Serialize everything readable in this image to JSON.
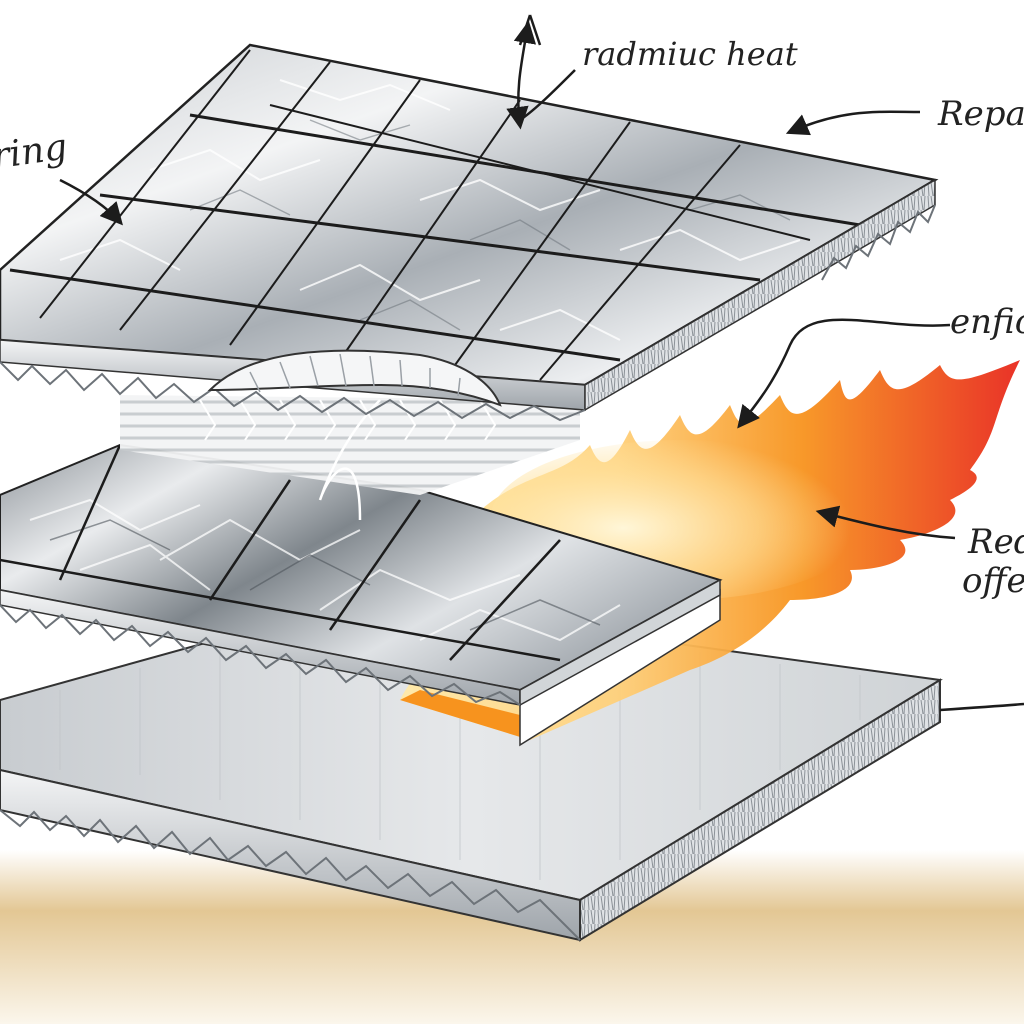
{
  "annotations": {
    "radiant_heat": "radmiuc heat",
    "left_label": "ring",
    "repair_label": "Repai",
    "efficiency_label": "enfici",
    "reduce_label_1": "Red",
    "reduce_label_2": "offe"
  },
  "colors": {
    "foil_light": "#eef0f2",
    "foil_dark": "#9aa1a8",
    "grid_line": "#2a2a2a",
    "flame_red": "#e8281c",
    "flame_orange": "#f7931e",
    "flame_yellow": "#ffe07a",
    "board": "#d9dcdf",
    "ground": "#d9b77c",
    "ink": "#1c1c1c"
  },
  "icons": [
    "flame-icon",
    "arrow-icon"
  ]
}
